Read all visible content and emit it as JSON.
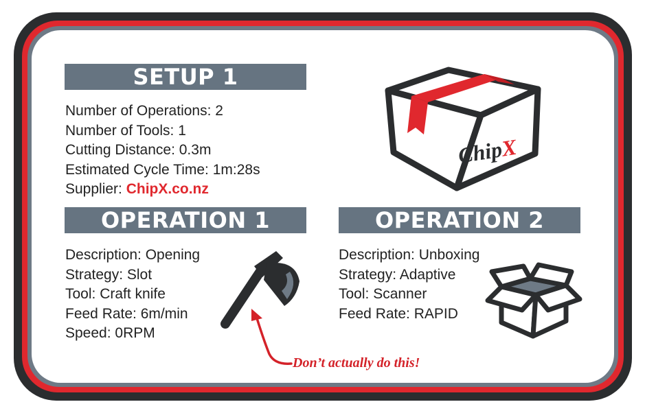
{
  "setup": {
    "title": "SETUP 1",
    "number_of_operations_label": "Number of Operations: ",
    "number_of_operations": "2",
    "number_of_tools_label": "Number of Tools: ",
    "number_of_tools": "1",
    "cutting_distance_label": "Cutting Distance: ",
    "cutting_distance": "0.3m",
    "cycle_time_label": "Estimated Cycle Time: ",
    "cycle_time": "1m:28s",
    "supplier_label": "Supplier: ",
    "supplier_link": "ChipX.co.nz"
  },
  "logo": {
    "text": "ChipX",
    "text_main": "Chip",
    "text_x": "X"
  },
  "operation1": {
    "title": "OPERATION 1",
    "description": "Description: Opening",
    "strategy": "Strategy: Slot",
    "tool": "Tool: Craft knife",
    "feed_rate": "Feed Rate: 6m/min",
    "speed": "Speed: 0RPM",
    "note": "Don’t actually do this!"
  },
  "operation2": {
    "title": "OPERATION 2",
    "description": "Description: Unboxing",
    "strategy": "Strategy: Adaptive",
    "tool": "Tool: Scanner",
    "feed_rate": "Feed Rate: RAPID"
  },
  "icons": {
    "box": "closed-box-icon",
    "axe": "axe-icon",
    "open_box": "open-box-icon",
    "arrow": "curved-arrow-icon"
  },
  "colors": {
    "banner": "#667481",
    "accent_red": "#e0282e",
    "outline_dark": "#2b2d2f",
    "text": "#222222"
  }
}
